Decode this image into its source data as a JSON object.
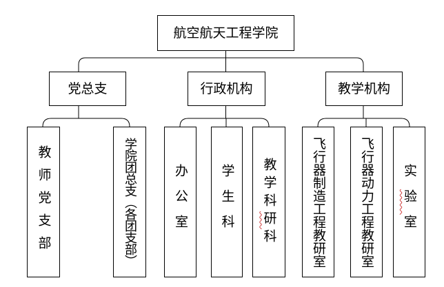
{
  "root": {
    "label": "航空航天工程学院"
  },
  "level2": [
    {
      "label": "党总支"
    },
    {
      "label": "行政机构"
    },
    {
      "label": "教学机构"
    }
  ],
  "level3": [
    {
      "label": "教师党支部"
    },
    {
      "label": "学院团总支（各团支部）"
    },
    {
      "label": "办公室"
    },
    {
      "label": "学生科"
    },
    {
      "label": "教学科研科",
      "spellcheck_mark_on": "研"
    },
    {
      "label": "飞行器制造工程教研室"
    },
    {
      "label": "飞行器动力工程教研室"
    },
    {
      "label": "实验室",
      "spellcheck_mark_on": "验"
    }
  ],
  "colors": {
    "line": "#000000",
    "box_border": "#000000",
    "spellcheck_mark": "#d04040"
  }
}
